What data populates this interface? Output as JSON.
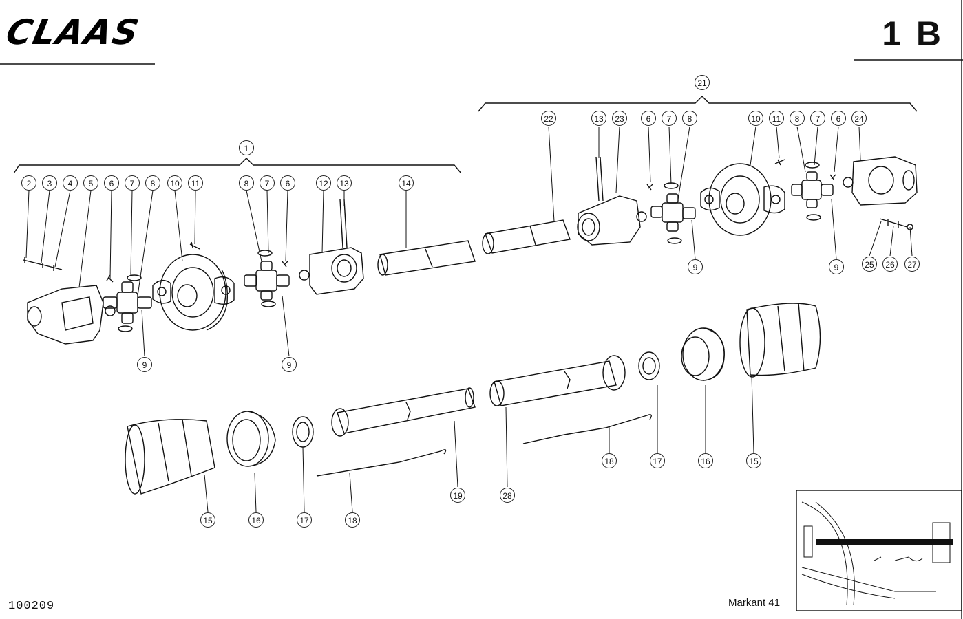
{
  "header": {
    "brand": "CLAAS",
    "page_code": "1 B"
  },
  "footer": {
    "document_number": "100209",
    "model": "Markant 41"
  },
  "callouts": {
    "group1": {
      "assembly": "1",
      "items": [
        "2",
        "3",
        "4",
        "5",
        "6",
        "7",
        "8",
        "10",
        "11",
        "8",
        "7",
        "6",
        "12",
        "13",
        "14",
        "9",
        "9"
      ]
    },
    "group21": {
      "assembly": "21",
      "items": [
        "22",
        "13",
        "23",
        "6",
        "7",
        "8",
        "10",
        "11",
        "8",
        "7",
        "6",
        "24",
        "9",
        "9",
        "25",
        "26",
        "27"
      ]
    },
    "guards": {
      "items": [
        "15",
        "16",
        "17",
        "18",
        "19",
        "28",
        "18",
        "17",
        "16",
        "15"
      ]
    }
  }
}
